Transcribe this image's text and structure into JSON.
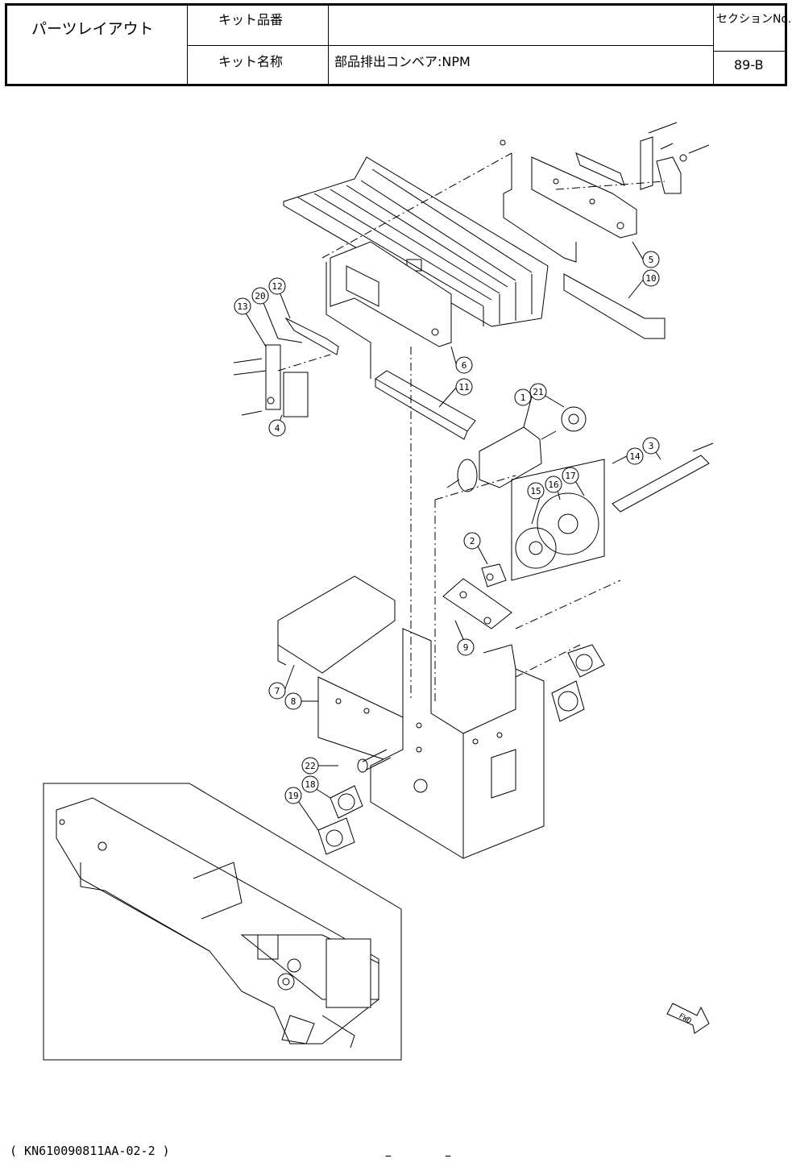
{
  "header": {
    "layout_title": "パーツレイアウト",
    "kit_number_label": "キット品番",
    "kit_number_value": "",
    "kit_name_label": "キット名称",
    "kit_name_value": "部品排出コンベア:NPM",
    "section_label": "セクションNo.",
    "section_value": "89-B"
  },
  "callouts": [
    "1",
    "2",
    "3",
    "4",
    "5",
    "6",
    "7",
    "8",
    "9",
    "10",
    "11",
    "12",
    "13",
    "14",
    "15",
    "16",
    "17",
    "18",
    "19",
    "20",
    "21",
    "22"
  ],
  "fwd_label": "FWD",
  "footer": {
    "document_code": "( KN610090811AA-02-2 )",
    "dash_left": "–",
    "dash_right": "–"
  }
}
